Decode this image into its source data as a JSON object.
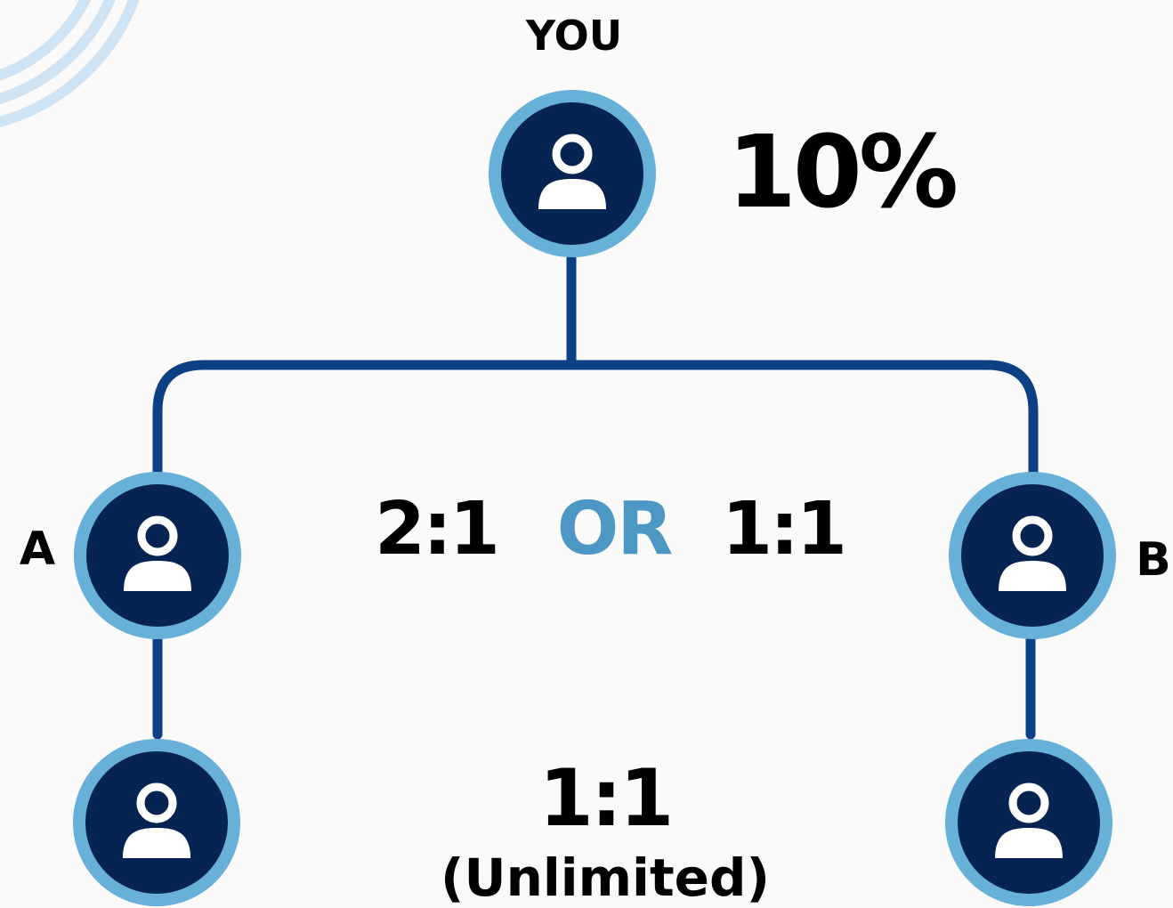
{
  "labels": {
    "top": "YOU",
    "top_rate": "10%",
    "left_node": "A",
    "right_node": "B",
    "ratio_left": "2:1",
    "ratio_or": "OR",
    "ratio_right": "1:1",
    "bottom_ratio": "1:1",
    "bottom_note": "(Unlimited)"
  },
  "colors": {
    "background": "#fafafa",
    "node_fill": "#062452",
    "node_ring": "#67b0d8",
    "connector": "#0d3f85",
    "text": "#000000",
    "accent_text": "#4d97c5",
    "decor_arcs": "#cfe3f2"
  },
  "icons": {
    "node_icon": "user-icon"
  }
}
